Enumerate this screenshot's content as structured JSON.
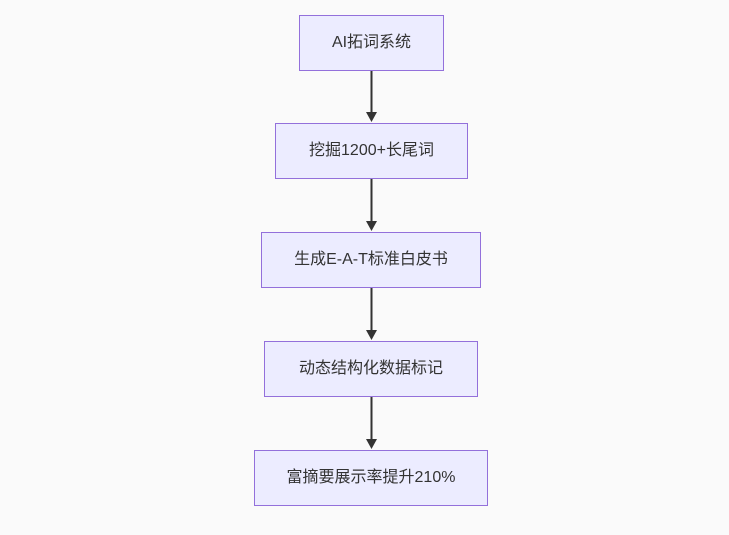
{
  "diagram": {
    "type": "flowchart",
    "direction": "top-down",
    "colors": {
      "background": "#fafafa",
      "node_fill": "#ECECFF",
      "node_border": "#9370DB",
      "edge": "#333333",
      "text": "#333333"
    },
    "nodes": [
      {
        "id": "step-1",
        "label": "AI拓词系统"
      },
      {
        "id": "step-2",
        "label": "挖掘1200+长尾词"
      },
      {
        "id": "step-3",
        "label": "生成E-A-T标准白皮书"
      },
      {
        "id": "step-4",
        "label": "动态结构化数据标记"
      },
      {
        "id": "step-5",
        "label": "富摘要展示率提升210%"
      }
    ],
    "edges": [
      {
        "from": "step-1",
        "to": "step-2",
        "arrow": "down"
      },
      {
        "from": "step-2",
        "to": "step-3",
        "arrow": "down"
      },
      {
        "from": "step-3",
        "to": "step-4",
        "arrow": "down"
      },
      {
        "from": "step-4",
        "to": "step-5",
        "arrow": "down"
      }
    ]
  }
}
